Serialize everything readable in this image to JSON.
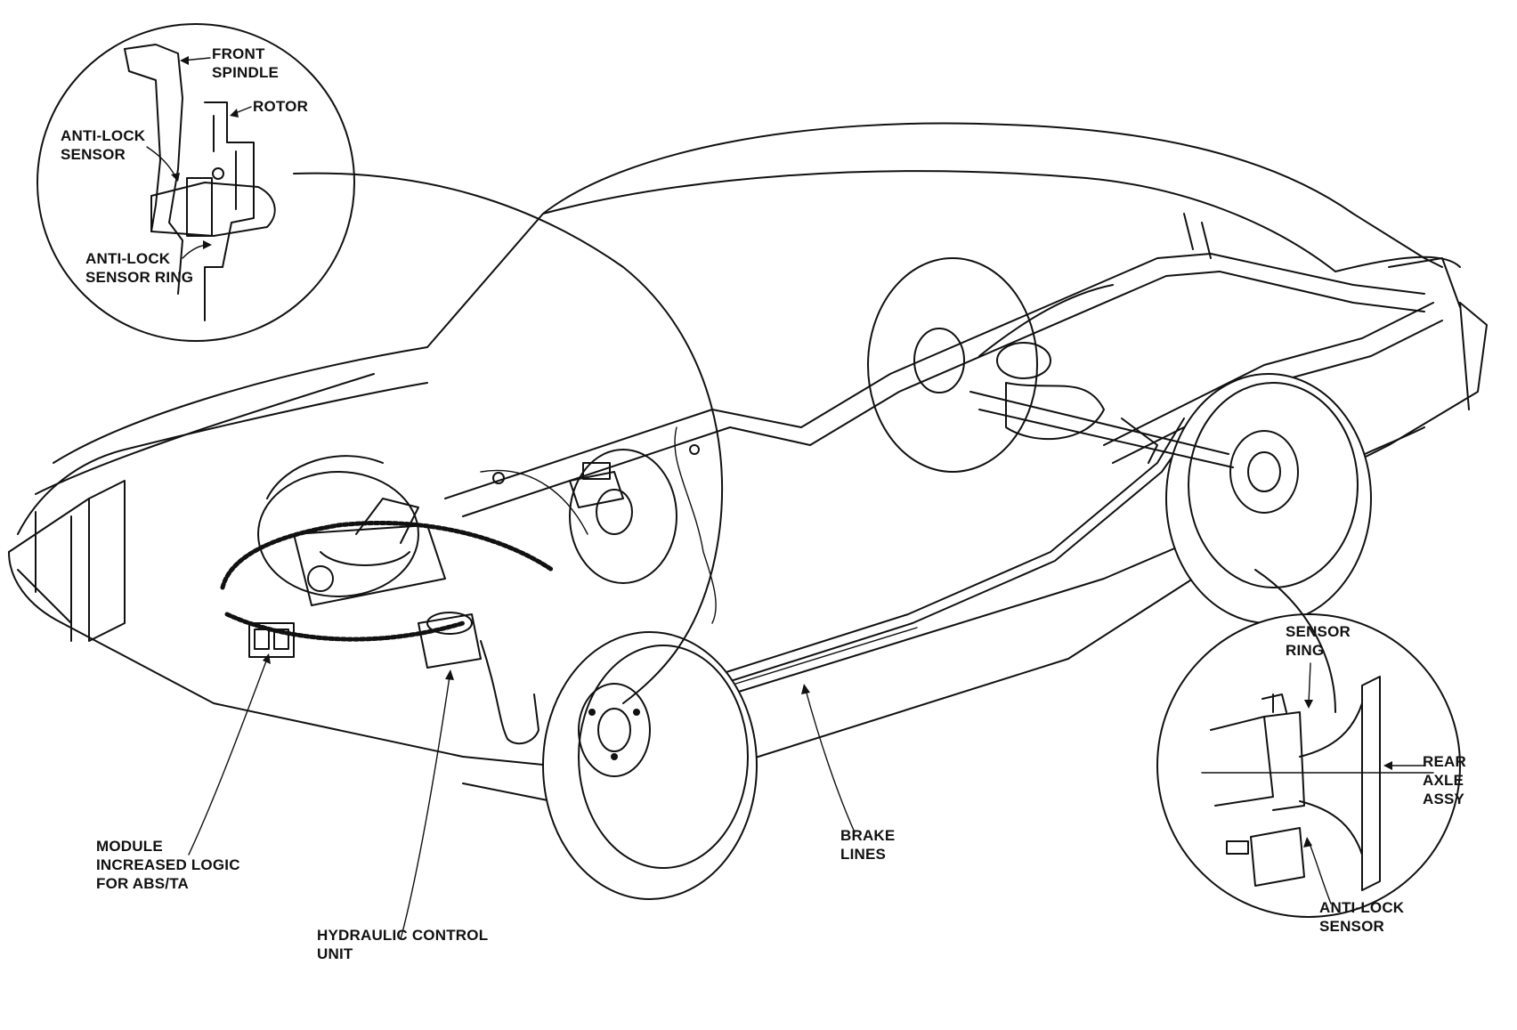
{
  "diagram": {
    "labels": {
      "front_spindle": [
        "FRONT",
        "SPINDLE"
      ],
      "rotor": "ROTOR",
      "anti_lock_sensor_front": [
        "ANTI-LOCK",
        "SENSOR"
      ],
      "anti_lock_sensor_ring": [
        "ANTI-LOCK",
        "SENSOR RING"
      ],
      "module": [
        "MODULE",
        "INCREASED LOGIC",
        "FOR ABS/TA"
      ],
      "hydraulic_control_unit": [
        "HYDRAULIC CONTROL",
        "UNIT"
      ],
      "brake_lines": [
        "BRAKE",
        "LINES"
      ],
      "sensor_ring_rear": [
        "SENSOR",
        "RING"
      ],
      "rear_axle_assy": [
        "REAR",
        "AXLE",
        "ASSY"
      ],
      "anti_lock_sensor_rear": [
        "ANTI-LOCK",
        "SENSOR"
      ]
    }
  }
}
